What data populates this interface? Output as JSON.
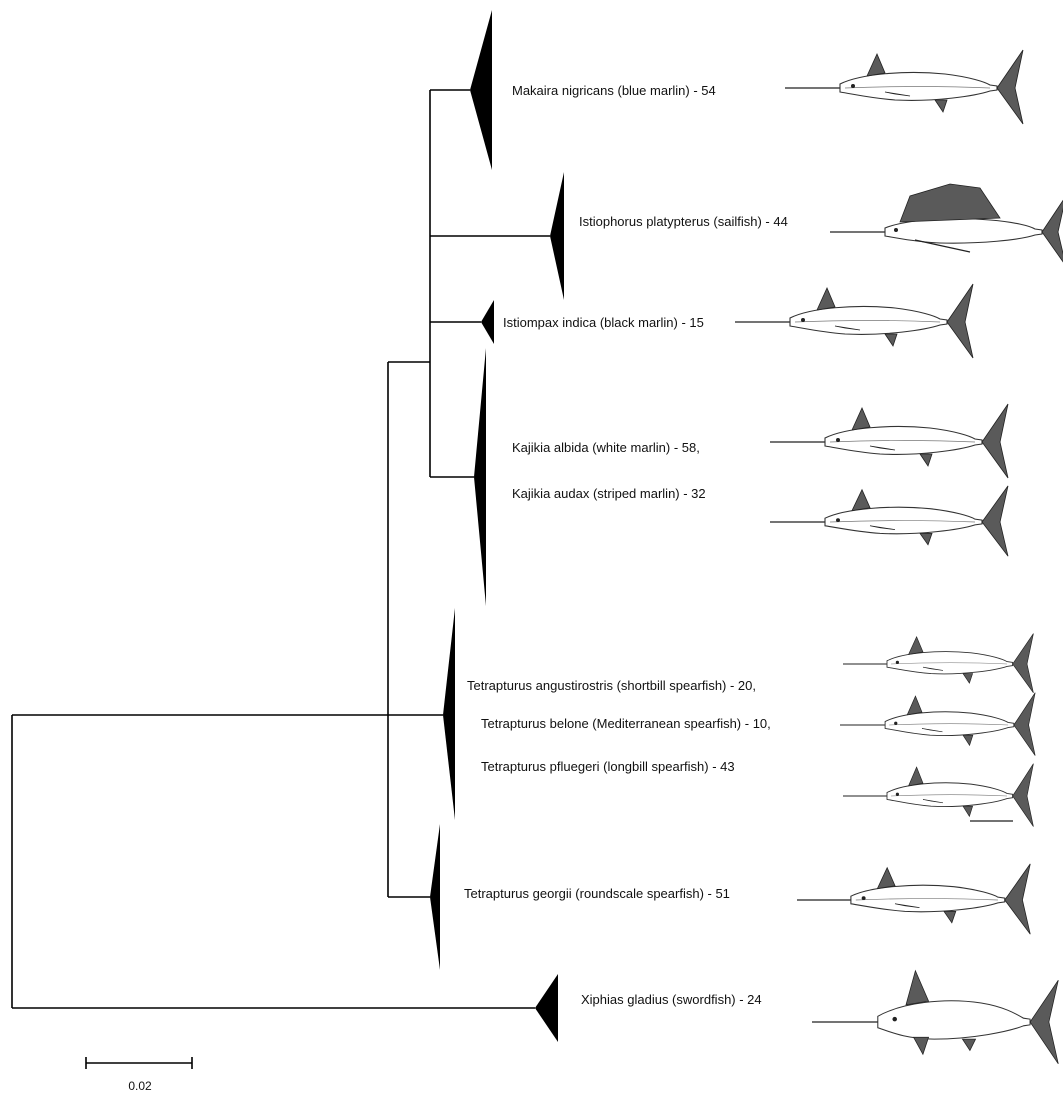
{
  "tree": {
    "scale_bar_label": "0.02",
    "taxa": [
      {
        "id": "makaira",
        "label": "Makaira nigricans (blue marlin) - 54"
      },
      {
        "id": "istiophorus",
        "label": "Istiophorus platypterus (sailfish) - 44"
      },
      {
        "id": "istiompax",
        "label": "Istiompax indica (black marlin) - 15"
      },
      {
        "id": "kajikia_albida",
        "label": "Kajikia albida (white marlin) - 58,"
      },
      {
        "id": "kajikia_audax",
        "label": "Kajikia audax (striped marlin) - 32"
      },
      {
        "id": "tetra_angusti",
        "label": "Tetrapturus angustirostris (shortbill spearfish) - 20,"
      },
      {
        "id": "tetra_belone",
        "label": "Tetrapturus belone (Mediterranean spearfish) - 10,"
      },
      {
        "id": "tetra_pfluegeri",
        "label": "Tetrapturus pfluegeri (longbill spearfish) - 43"
      },
      {
        "id": "tetra_georgii",
        "label": "Tetrapturus georgii (roundscale spearfish) - 51"
      },
      {
        "id": "xiphias",
        "label": "Xiphias gladius (swordfish) - 24"
      }
    ]
  }
}
